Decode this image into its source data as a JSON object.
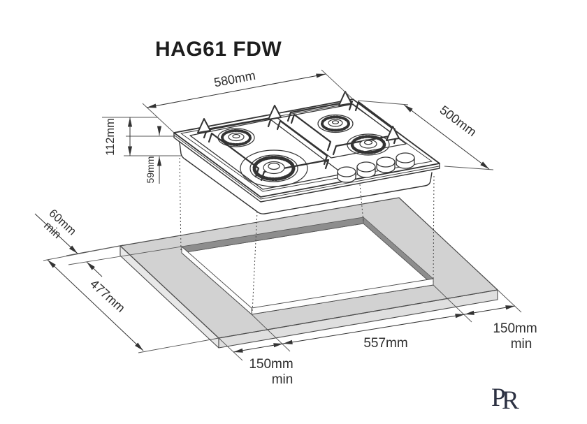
{
  "title": "HAG61 FDW",
  "figure": {
    "hob": "gas-hob-4-burner-isometric",
    "cutout": "worktop-cutout-isometric"
  },
  "dimensions": {
    "hob_width": {
      "label": "580mm"
    },
    "hob_depth": {
      "label": "500mm"
    },
    "hob_total_height": {
      "label": "112mm"
    },
    "hob_built_in_depth": {
      "label": "59mm"
    },
    "rear_clearance": {
      "label": "60mm",
      "note": "min"
    },
    "cutout_depth": {
      "label": "477mm"
    },
    "cutout_width": {
      "label": "557mm"
    },
    "left_clearance": {
      "label": "150mm",
      "note": "min"
    },
    "right_clearance": {
      "label": "150mm",
      "note": "min"
    }
  },
  "logo": {
    "letter_p": "P",
    "letter_r": "R"
  },
  "colors": {
    "line": "#3a3a3a",
    "dim_line": "#333333",
    "worktop_top": "#d2d2d2",
    "worktop_side_left": "#e8e8e8",
    "worktop_side_front": "#dfdfdf",
    "cut_inner_wall": "#8d8d8d",
    "logo": "#2c3142"
  }
}
